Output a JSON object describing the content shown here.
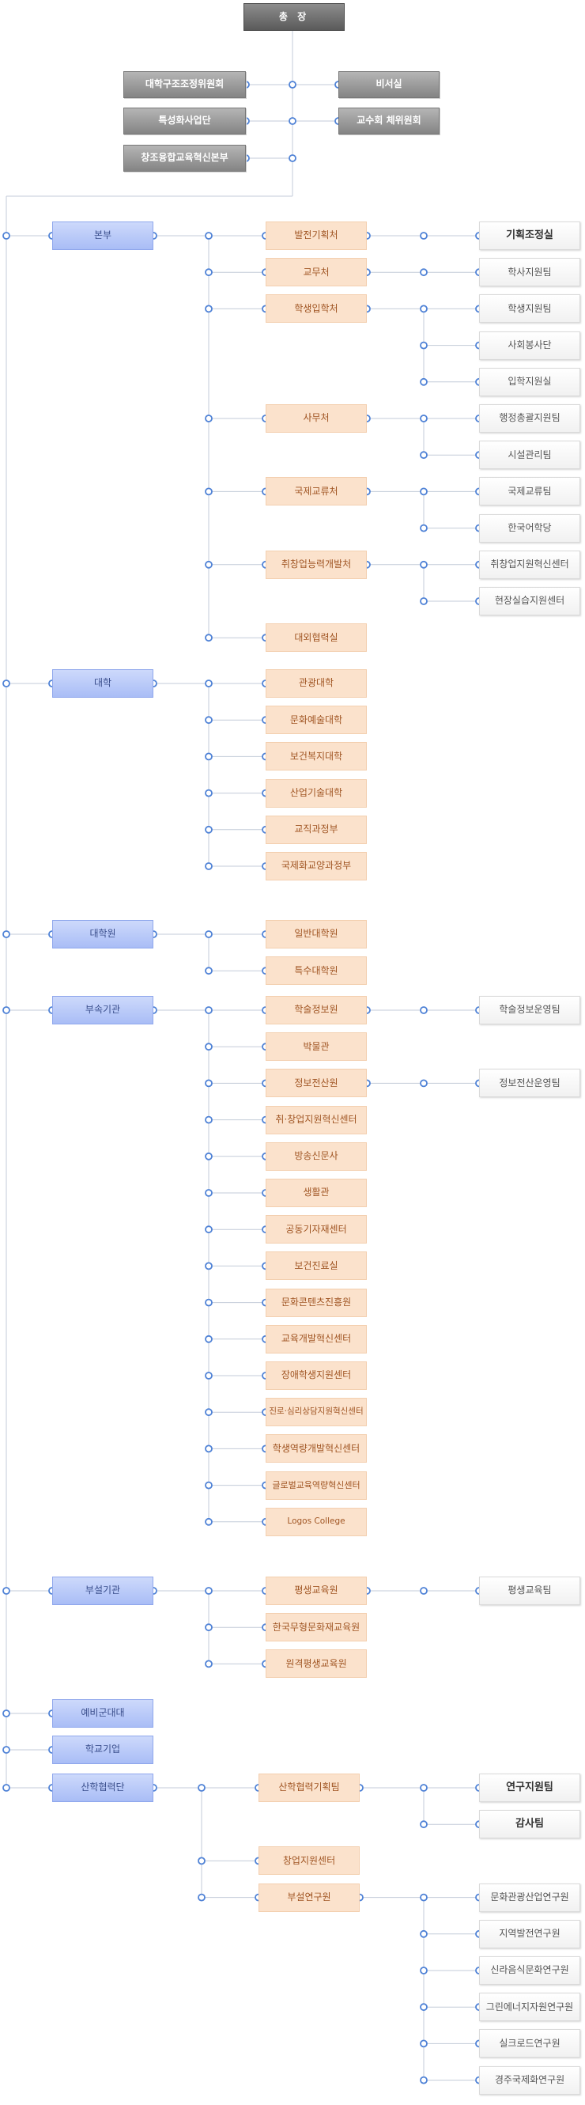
{
  "colors": {
    "line": "#c3cbd8",
    "dot_stroke": "#4f82d6",
    "top_box": "#6d6d6d",
    "dark_box": "#999999",
    "level1_box": "#b9c9f8",
    "level2_box": "#fbe2cc",
    "level3_box": "#ffffff"
  },
  "chart": {
    "president": "총 장",
    "upper": {
      "left": [
        "대학구조조정위원회",
        "특성화사업단",
        "창조융합교육혁신본부"
      ],
      "right": [
        "비서실",
        "교수회 체위원회"
      ]
    },
    "sections": [
      {
        "name": "본부",
        "units": [
          {
            "name": "발전기획처",
            "subs": [
              "기획조정실"
            ]
          },
          {
            "name": "교무처",
            "subs": [
              "학사지원팀"
            ]
          },
          {
            "name": "학생입학처",
            "subs": [
              "학생지원팀",
              "사회봉사단",
              "입학지원실"
            ]
          },
          {
            "name": "사무처",
            "subs": [
              "행정총괄지원팀",
              "시설관리팀"
            ]
          },
          {
            "name": "국제교류처",
            "subs": [
              "국제교류팀",
              "한국어학당"
            ]
          },
          {
            "name": "취창업능력개발처",
            "subs": [
              "취창업지원혁신센터",
              "현장실습지원센터"
            ]
          },
          {
            "name": "대외협력실",
            "subs": []
          }
        ]
      },
      {
        "name": "대학",
        "units": [
          {
            "name": "관광대학",
            "subs": []
          },
          {
            "name": "문화예술대학",
            "subs": []
          },
          {
            "name": "보건복지대학",
            "subs": []
          },
          {
            "name": "산업기술대학",
            "subs": []
          },
          {
            "name": "교직과정부",
            "subs": []
          },
          {
            "name": "국제화교양과정부",
            "subs": []
          }
        ]
      },
      {
        "name": "대학원",
        "units": [
          {
            "name": "일반대학원",
            "subs": []
          },
          {
            "name": "특수대학원",
            "subs": []
          }
        ]
      },
      {
        "name": "부속기관",
        "units": [
          {
            "name": "학술정보원",
            "subs": [
              "학술정보운영팀"
            ]
          },
          {
            "name": "박물관",
            "subs": []
          },
          {
            "name": "정보전산원",
            "subs": [
              "정보전산운영팀"
            ]
          },
          {
            "name": "취·창업지원혁신센터",
            "subs": []
          },
          {
            "name": "방송신문사",
            "subs": []
          },
          {
            "name": "생활관",
            "subs": []
          },
          {
            "name": "공동기자재센터",
            "subs": []
          },
          {
            "name": "보건진료실",
            "subs": []
          },
          {
            "name": "문화콘텐츠진흥원",
            "subs": []
          },
          {
            "name": "교육개발혁신센터",
            "subs": []
          },
          {
            "name": "장애학생지원센터",
            "subs": []
          },
          {
            "name": "진로·심리상담지원혁신센터",
            "subs": []
          },
          {
            "name": "학생역량개발혁신센터",
            "subs": []
          },
          {
            "name": "글로벌교육역량혁신센터",
            "subs": []
          },
          {
            "name": "Logos College",
            "subs": []
          }
        ]
      },
      {
        "name": "부설기관",
        "units": [
          {
            "name": "평생교육원",
            "subs": [
              "평생교육팀"
            ]
          },
          {
            "name": "한국무형문화재교육원",
            "subs": []
          },
          {
            "name": "원격평생교육원",
            "subs": []
          }
        ]
      },
      {
        "name": "예비군대대",
        "units": []
      },
      {
        "name": "학교기업",
        "units": []
      },
      {
        "name": "산학협력단",
        "units": [
          {
            "name": "산학협력기획팀",
            "subs": [
              "연구지원팀",
              "감사팀"
            ]
          },
          {
            "name": "창업지원센터",
            "subs": []
          },
          {
            "name": "부설연구원",
            "subs": [
              "문화관광산업연구원",
              "지역발전연구원",
              "신라음식문화연구원",
              "그린에너지자원연구원",
              "실크로드연구원",
              "경주국제화연구원"
            ]
          }
        ]
      }
    ]
  }
}
